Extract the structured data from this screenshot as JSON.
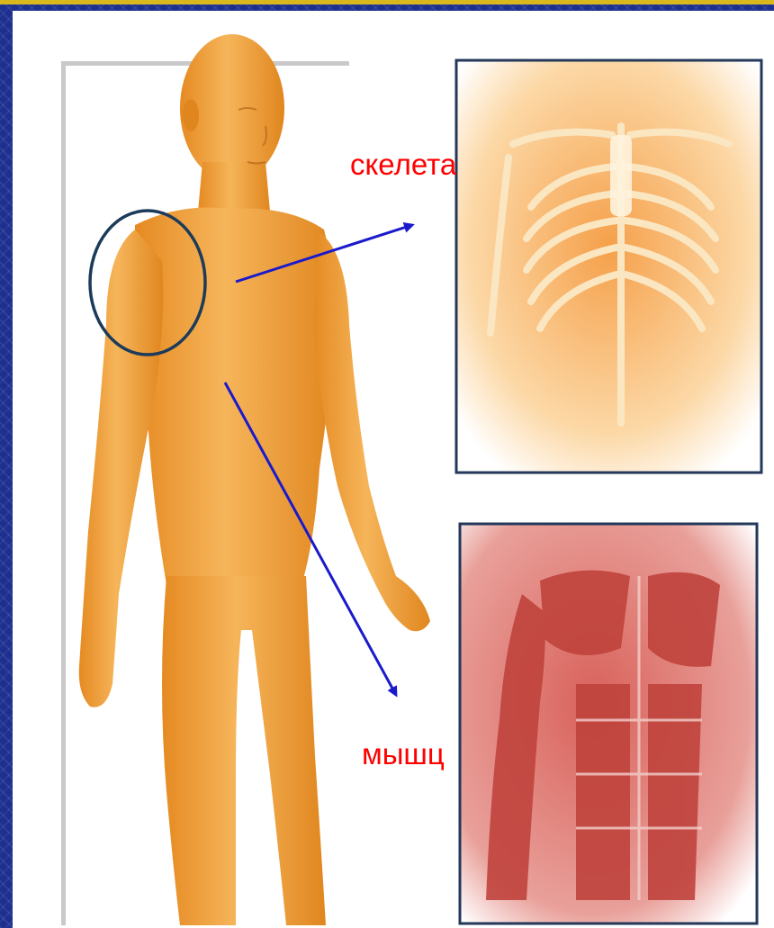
{
  "labels": {
    "skeleton": "скелета",
    "muscles": "мышц"
  },
  "colors": {
    "border_blue": "#1d2f8f",
    "border_gold": "#d9b81e",
    "skin": "#f0a43e",
    "bone": "#f6c27a",
    "muscle": "#c94a45",
    "arrow": "#1a1acc",
    "circle": "#1c3b5a",
    "label": "#ff0000"
  },
  "icons": [
    "human-figure-illustration",
    "skeleton-torso-illustration",
    "muscle-torso-illustration"
  ]
}
